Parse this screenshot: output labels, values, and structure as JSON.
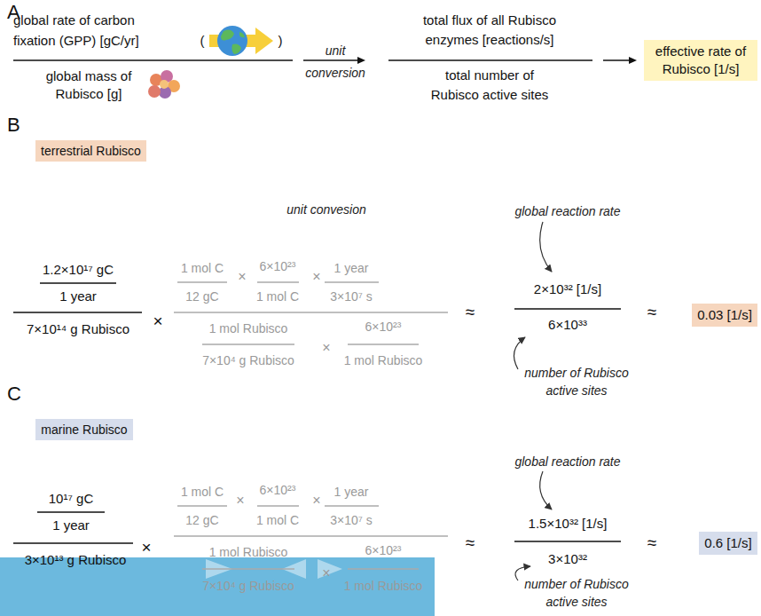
{
  "diagram": {
    "nodes": [
      {
        "text": [
          "effective rate of Rubisco [1/s]"
        ]
      },
      {
        "text": [
          "terrestrial Rubisco"
        ]
      },
      {
        "text": [
          "0.03 [1/s]"
        ]
      },
      {
        "text": [
          "marine Rubisco"
        ]
      },
      {
        "text": [
          "0.6 [1/s]"
        ]
      }
    ],
    "labels": [
      "A",
      "global rate of carbon fixation (GPP) [gC/yr]",
      "(",
      ")",
      "global mass of Rubisco [g]",
      "unit conversion",
      "total flux of all Rubisco enzymes [reactions/s]",
      "total number of Rubisco active sites",
      "B",
      "unit convesion",
      "1.2×10¹⁷ gC",
      "1 year",
      "7×10¹⁴ g Rubisco",
      "×",
      "1 mol C",
      "12 gC",
      "×",
      "6×10²³",
      "1 mol C",
      "×",
      "1 year",
      "3×10⁷ s",
      "1 mol Rubisco",
      "7×10⁴ g Rubisco",
      "×",
      "6×10²³",
      "1 mol Rubisco",
      "≈",
      "global reaction rate",
      "2×10³² [1/s]",
      "6×10³³",
      "number of Rubisco active sites",
      "≈",
      "C",
      "10¹⁷ gC",
      "1 year",
      "3×10¹³ g Rubisco",
      "×",
      "1 mol C",
      "12 gC",
      "×",
      "6×10²³",
      "1 mol C",
      "×",
      "1 year",
      "3×10⁷ s",
      "1 mol Rubisco",
      "7×10⁴ g Rubisco",
      "×",
      "6×10²³",
      "1 mol Rubisco",
      "≈",
      "global reaction rate",
      "1.5×10³² [1/s]",
      "3×10³²",
      "number of Rubisco active sites",
      "≈"
    ]
  }
}
